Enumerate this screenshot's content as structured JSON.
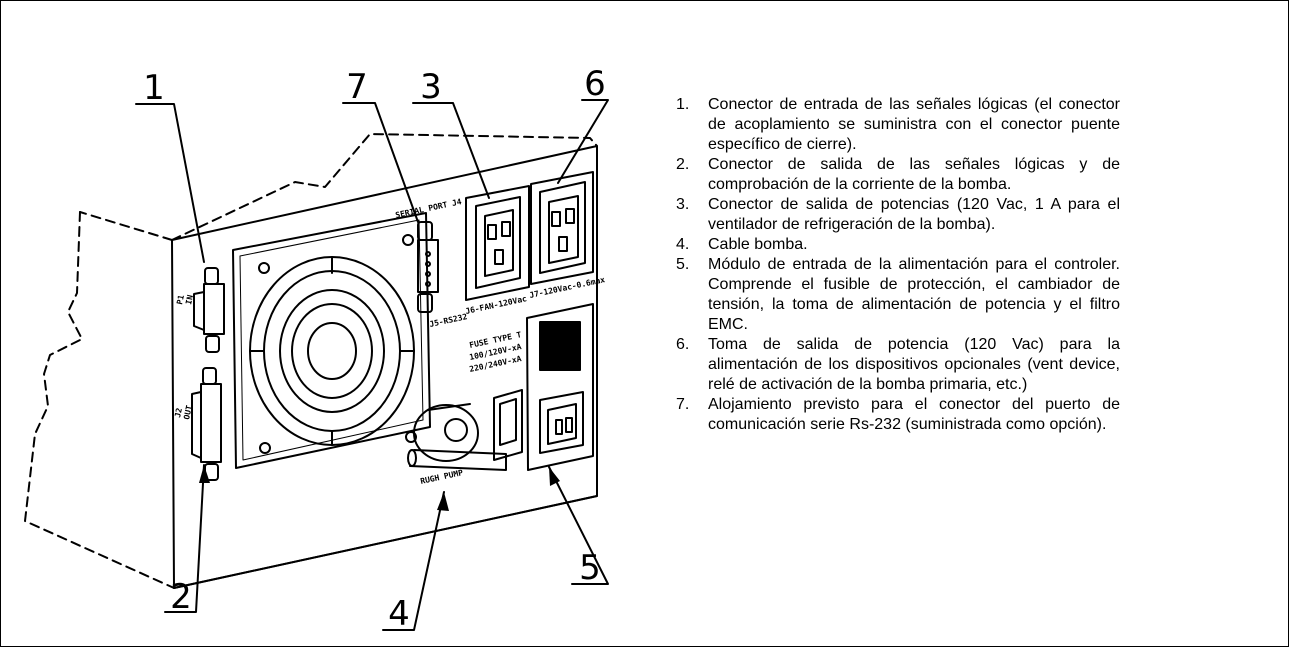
{
  "callouts": {
    "c1": "1",
    "c2": "2",
    "c3": "3",
    "c4": "4",
    "c5": "5",
    "c6": "6",
    "c7": "7"
  },
  "panel_labels": {
    "serial": "SERIAL PORT J4",
    "rs232": "J5-RS232",
    "j6": "J6-FAN-120Vac",
    "j7": "J7-120Vac-0.6max",
    "fuse1": "FUSE TYPE T",
    "fuse2": "100/120V-xA",
    "fuse3": "220/240V-xA",
    "p1a": "P1",
    "p1b": "IN",
    "j2a": "J2",
    "j2b": "OUT",
    "pump": "RUGH PUMP"
  },
  "legend": [
    {
      "n": "1.",
      "text": "Conector de entrada de las señales lógicas (el conector de acoplamiento se suministra con el conector puente específico de cierre)."
    },
    {
      "n": "2.",
      "text": "Conector de salida de las señales lógicas y de comprobación de la corriente de la bomba."
    },
    {
      "n": "3.",
      "text": "Conector de salida de potencias (120 Vac, 1 A para el ventilador de refrigeración de la bomba)."
    },
    {
      "n": "4.",
      "text": "Cable bomba."
    },
    {
      "n": "5.",
      "text": "Módulo de entrada de la alimentación para el controler. Comprende el fusible de protección, el cambiador de tensión, la toma de alimentación de potencia y el filtro EMC."
    },
    {
      "n": "6.",
      "text": "Toma de salida de potencia (120 Vac) para la alimentación de los dispositivos opcionales (vent device, relé de activación de la bomba primaria, etc.)"
    },
    {
      "n": "7.",
      "text": "Alojamiento previsto para el conector del puerto de comunicación serie Rs-232 (suministrada como opción)."
    }
  ]
}
